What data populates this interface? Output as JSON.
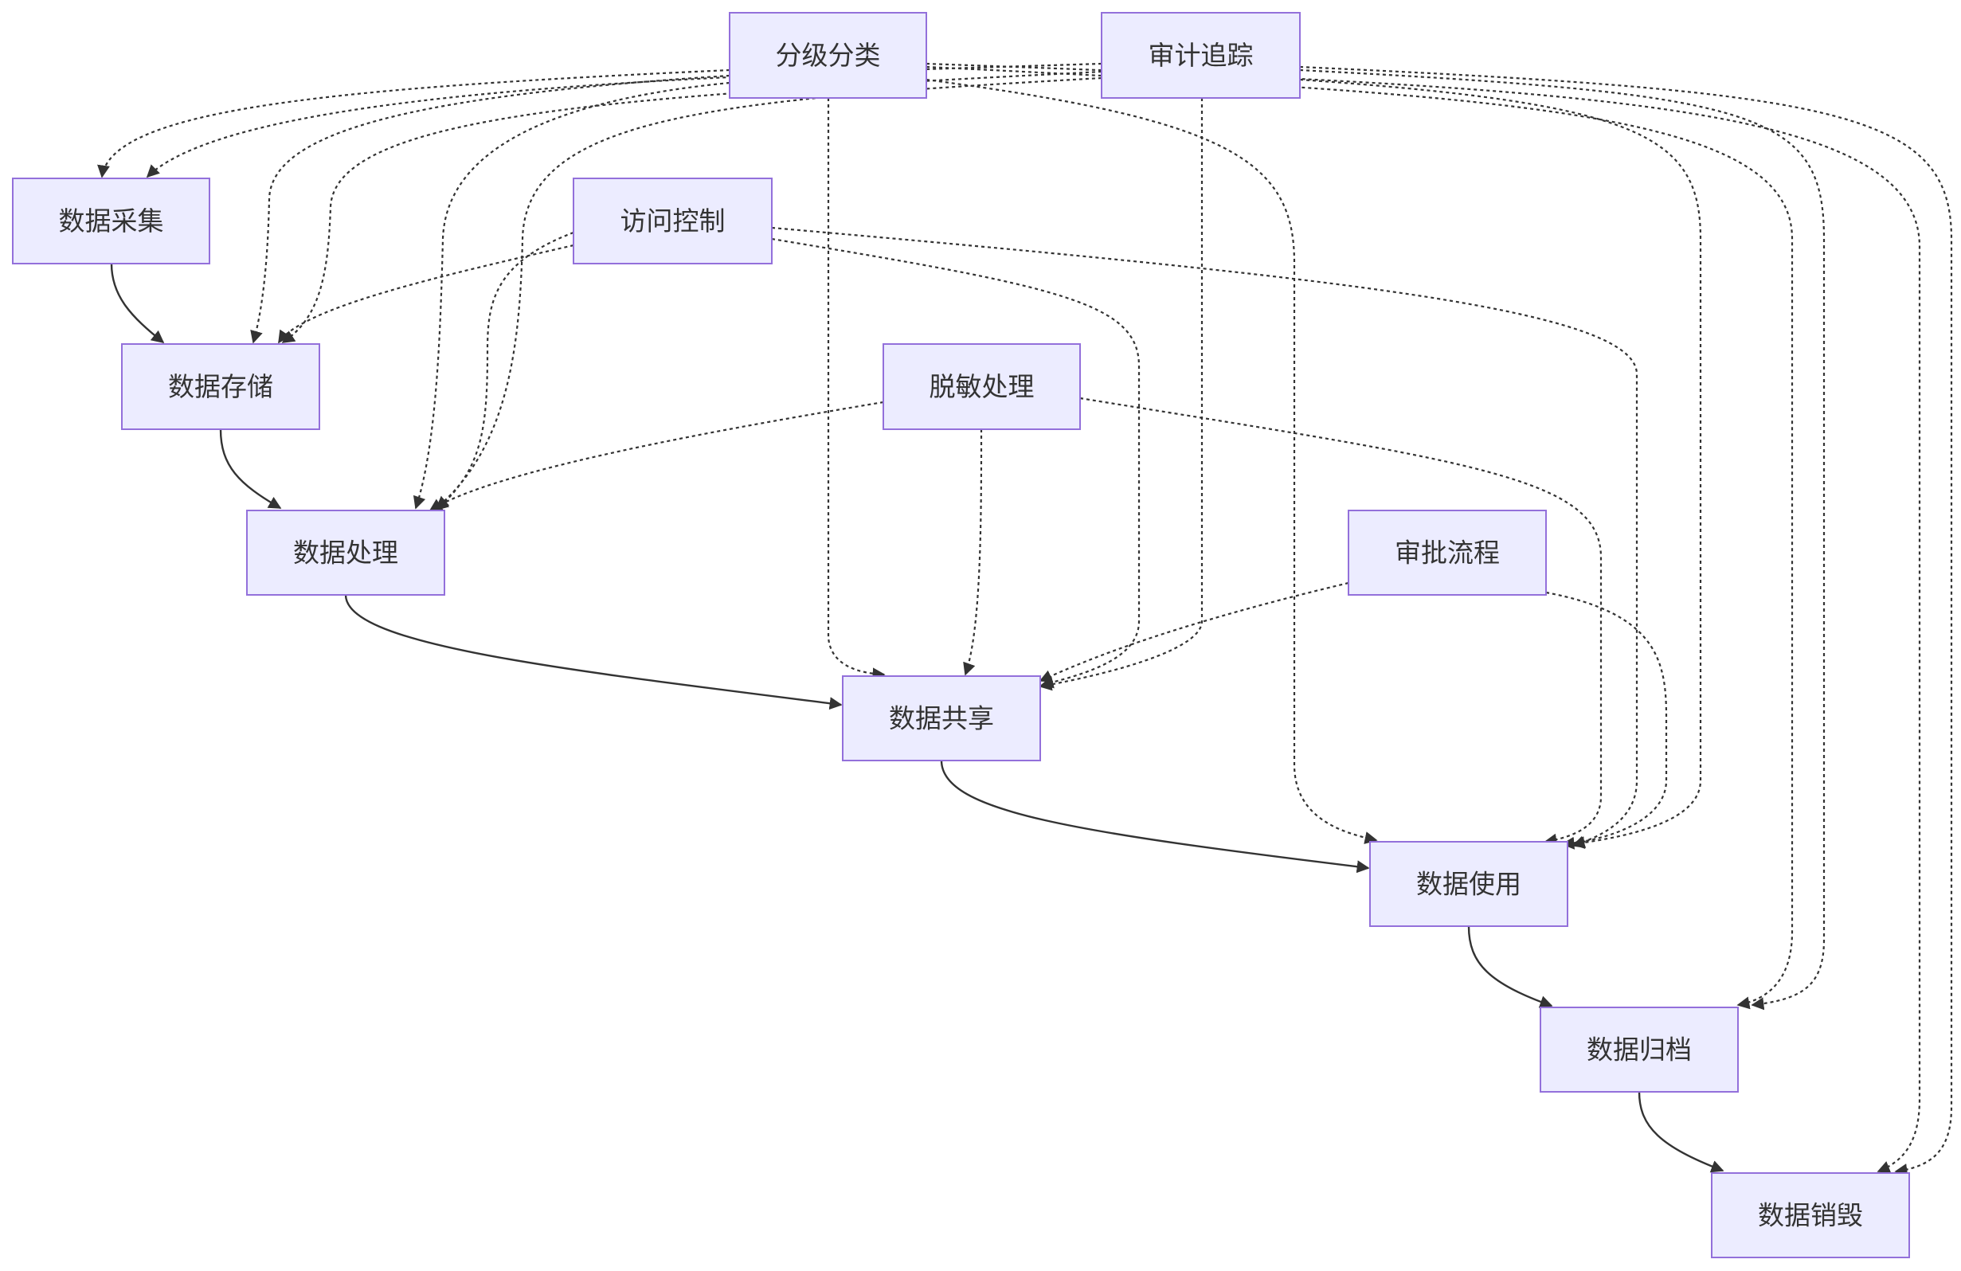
{
  "diagram": {
    "colors": {
      "node_fill": "#ECECFF",
      "node_border": "#9370DB",
      "edge": "#333333",
      "text": "#333333",
      "background": "#FFFFFF"
    },
    "nodes": [
      {
        "id": "classification",
        "label": "分级分类"
      },
      {
        "id": "audit",
        "label": "审计追踪"
      },
      {
        "id": "collect",
        "label": "数据采集"
      },
      {
        "id": "access",
        "label": "访问控制"
      },
      {
        "id": "storage",
        "label": "数据存储"
      },
      {
        "id": "desensitize",
        "label": "脱敏处理"
      },
      {
        "id": "process",
        "label": "数据处理"
      },
      {
        "id": "approval",
        "label": "审批流程"
      },
      {
        "id": "share",
        "label": "数据共享"
      },
      {
        "id": "use",
        "label": "数据使用"
      },
      {
        "id": "archive",
        "label": "数据归档"
      },
      {
        "id": "destroy",
        "label": "数据销毁"
      }
    ],
    "edges": [
      {
        "from": "collect",
        "to": "storage",
        "style": "solid"
      },
      {
        "from": "storage",
        "to": "process",
        "style": "solid"
      },
      {
        "from": "process",
        "to": "share",
        "style": "solid"
      },
      {
        "from": "share",
        "to": "use",
        "style": "solid"
      },
      {
        "from": "use",
        "to": "archive",
        "style": "solid"
      },
      {
        "from": "archive",
        "to": "destroy",
        "style": "solid"
      },
      {
        "from": "classification",
        "to": "collect",
        "style": "dotted"
      },
      {
        "from": "classification",
        "to": "storage",
        "style": "dotted"
      },
      {
        "from": "classification",
        "to": "process",
        "style": "dotted"
      },
      {
        "from": "classification",
        "to": "share",
        "style": "dotted"
      },
      {
        "from": "classification",
        "to": "use",
        "style": "dotted"
      },
      {
        "from": "classification",
        "to": "archive",
        "style": "dotted"
      },
      {
        "from": "classification",
        "to": "destroy",
        "style": "dotted"
      },
      {
        "from": "audit",
        "to": "collect",
        "style": "dotted"
      },
      {
        "from": "audit",
        "to": "storage",
        "style": "dotted"
      },
      {
        "from": "audit",
        "to": "process",
        "style": "dotted"
      },
      {
        "from": "audit",
        "to": "share",
        "style": "dotted"
      },
      {
        "from": "audit",
        "to": "use",
        "style": "dotted"
      },
      {
        "from": "audit",
        "to": "archive",
        "style": "dotted"
      },
      {
        "from": "audit",
        "to": "destroy",
        "style": "dotted"
      },
      {
        "from": "access",
        "to": "storage",
        "style": "dotted"
      },
      {
        "from": "access",
        "to": "process",
        "style": "dotted"
      },
      {
        "from": "access",
        "to": "share",
        "style": "dotted"
      },
      {
        "from": "access",
        "to": "use",
        "style": "dotted"
      },
      {
        "from": "desensitize",
        "to": "process",
        "style": "dotted"
      },
      {
        "from": "desensitize",
        "to": "share",
        "style": "dotted"
      },
      {
        "from": "desensitize",
        "to": "use",
        "style": "dotted"
      },
      {
        "from": "approval",
        "to": "share",
        "style": "dotted"
      },
      {
        "from": "approval",
        "to": "use",
        "style": "dotted"
      }
    ]
  }
}
